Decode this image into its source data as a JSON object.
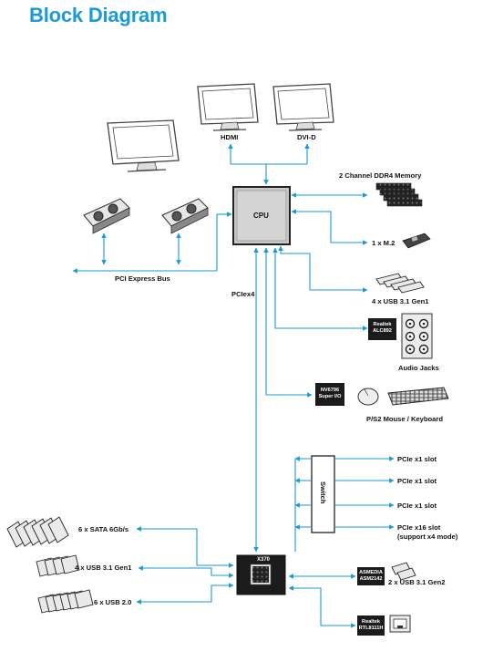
{
  "title": "Block Diagram",
  "cpu": {
    "label": "CPU"
  },
  "chipset": {
    "label": "X370"
  },
  "switch": {
    "label": "Switch"
  },
  "monitors": {
    "hdmi": "HDMI",
    "dvid": "DVI-D"
  },
  "bus": {
    "pci_express": "PCI Express Bus",
    "pcie_x4": "PCIex4"
  },
  "cpu_peripherals": {
    "memory": "2 Channel DDR4 Memory",
    "m2": "1 x M.2",
    "usb31": "4 x USB 3.1 Gen1",
    "audio_chip_line1": "Realtek",
    "audio_chip_line2": "ALC892",
    "audio_jacks": "Audio Jacks",
    "superio_line1": "NV6796",
    "superio_line2": "Super I/O",
    "ps2": "P/S2 Mouse / Keyboard"
  },
  "pcie_slots": [
    "PCIe x1 slot",
    "PCIe x1 slot",
    "PCIe x1 slot",
    "PCIe x16 slot",
    "(support x4 mode)"
  ],
  "chipset_peripherals": {
    "sata": "6 x SATA 6Gb/s",
    "usb31": "4 x USB 3.1 Gen1",
    "usb20": "6 x USB 2.0",
    "asmedia_line1": "ASMEDIA",
    "asmedia_line2": "ASM2142",
    "usb31gen2": "2 x USB 3.1 Gen2",
    "lan_line1": "Realtek",
    "lan_line2": "RTL8111H"
  },
  "colors": {
    "accent": "#1a9ad6",
    "chip": "#1b1b1b",
    "cpu_fill": "#c8c8c8"
  }
}
